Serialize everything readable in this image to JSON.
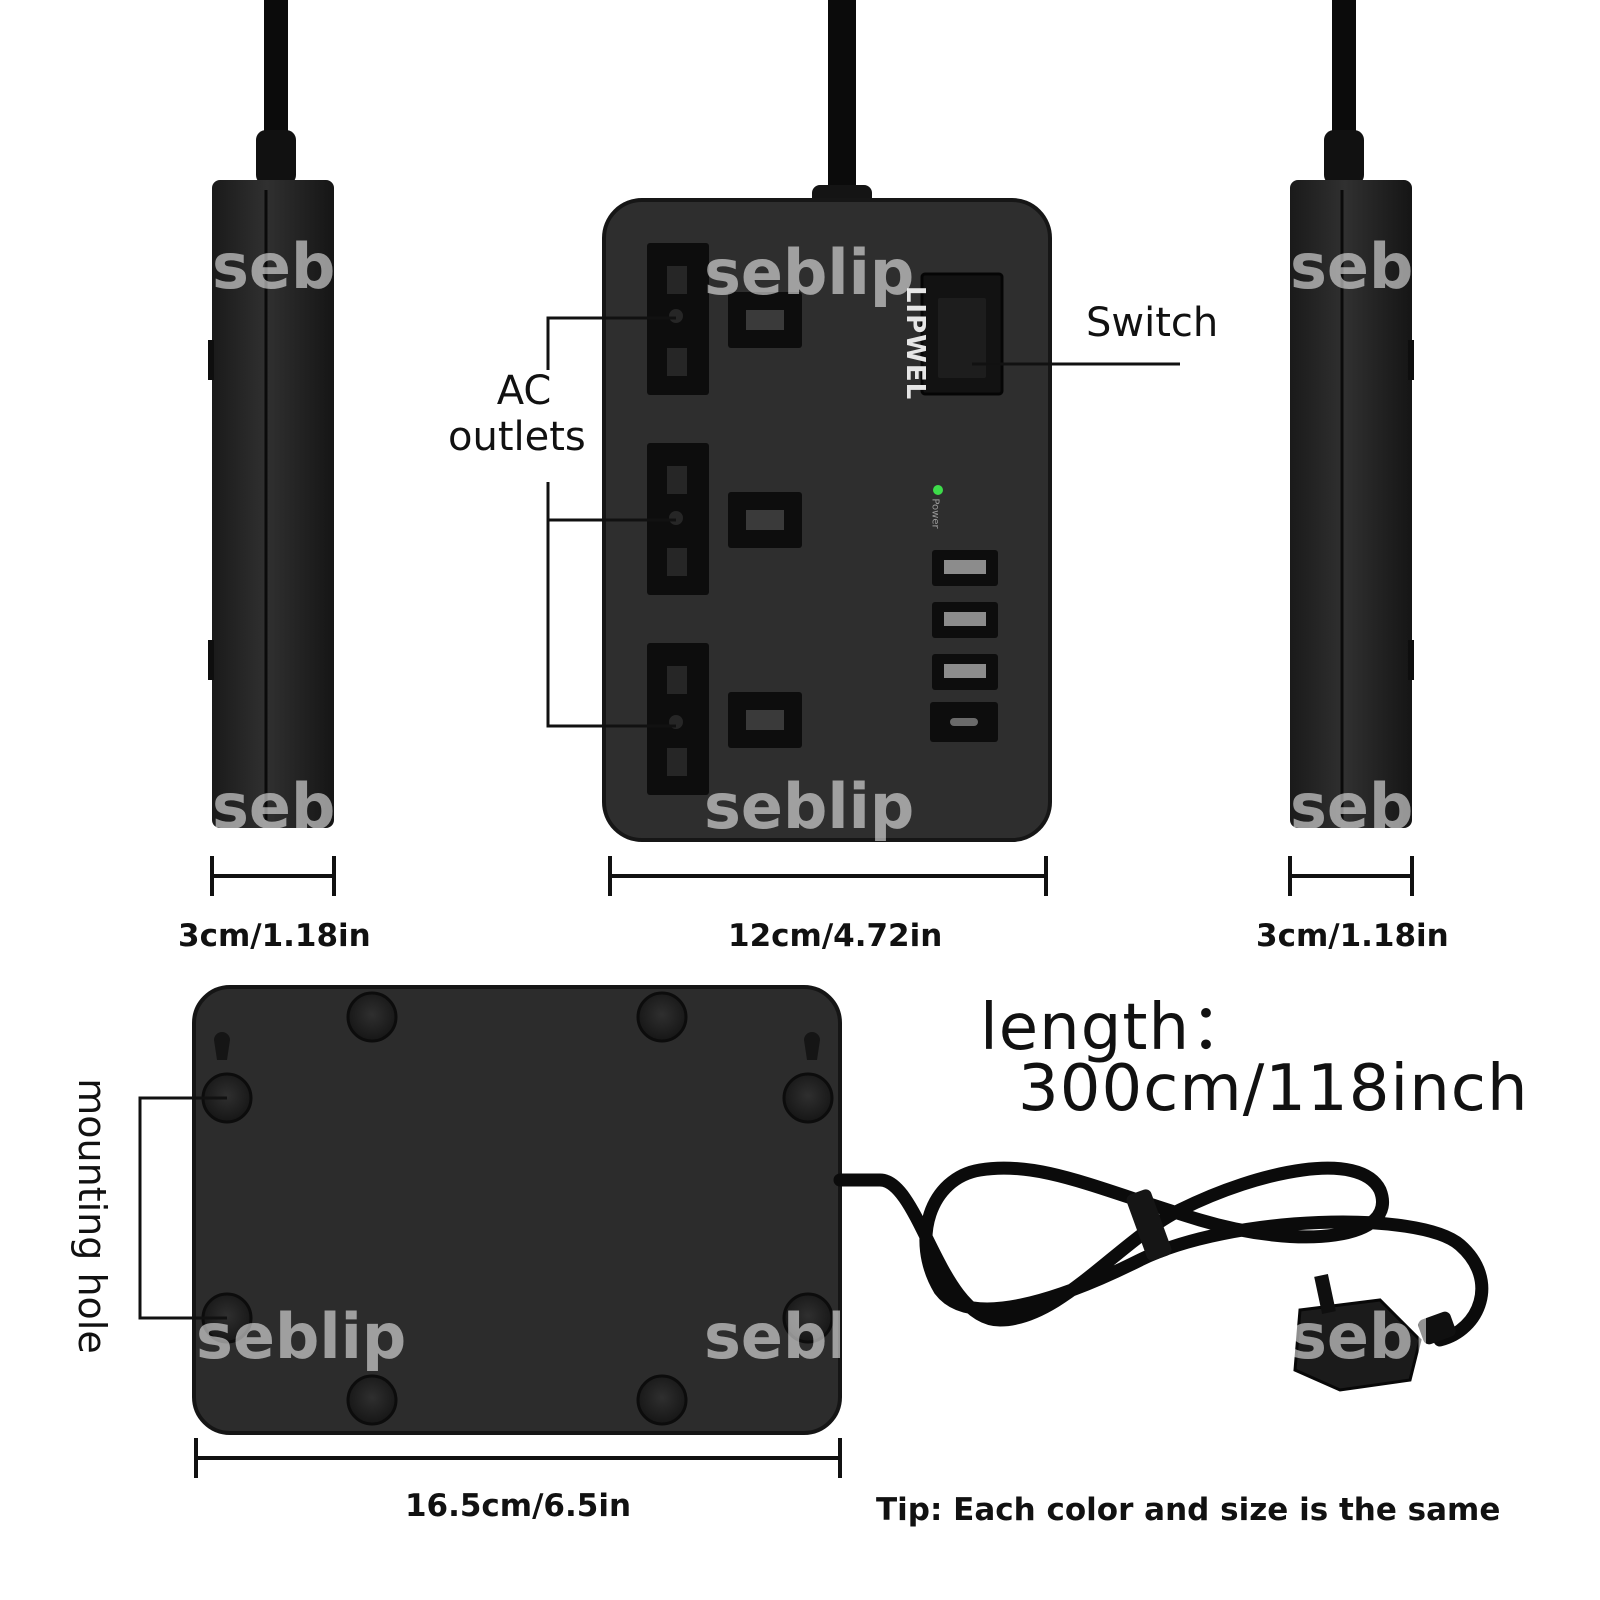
{
  "brand": {
    "logo_text": "LIPWEL",
    "power_indicator_label": "Power"
  },
  "watermark": {
    "text": "seblip"
  },
  "callouts": {
    "ac_outlets_line1": "AC",
    "ac_outlets_line2": "outlets",
    "switch": "Switch",
    "mounting_hole": "mounting hole"
  },
  "dimensions": {
    "left_side_width": "3cm/1.18in",
    "front_width": "12cm/4.72in",
    "right_side_width": "3cm/1.18in",
    "bottom_width": "16.5cm/6.5in"
  },
  "cable": {
    "length_label": "length：",
    "length_value": "300cm/118inch"
  },
  "tip": "Tip: Each color and size is the same",
  "colors": {
    "body": "#2d2d2d",
    "outlet": "#0d0d0d",
    "indicator": "#3ddc4a",
    "text": "#111111"
  },
  "ports": {
    "ac_outlet_count": 3,
    "usb_a_count": 3,
    "usb_c_count": 1
  }
}
